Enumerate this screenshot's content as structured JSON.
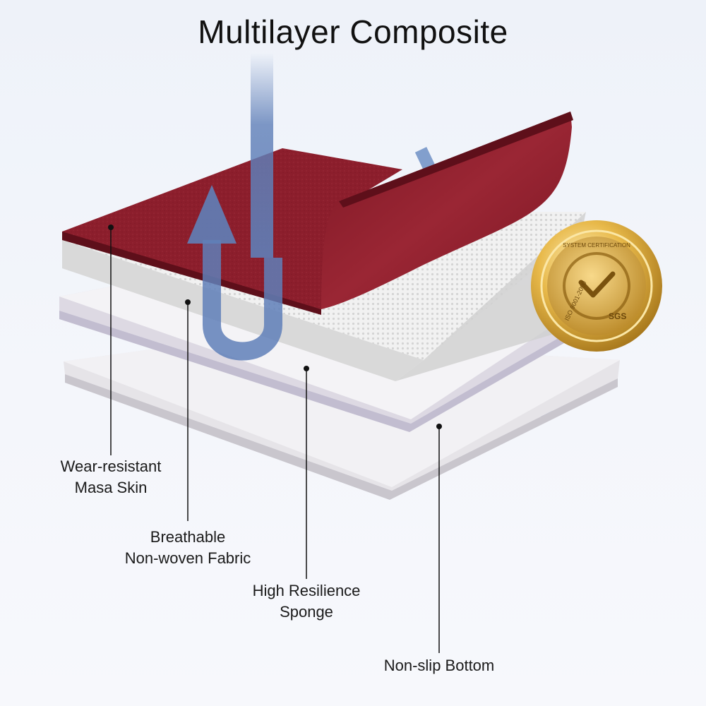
{
  "title": "Multilayer Composite",
  "layers": [
    {
      "line1": "Wear-resistant",
      "line2": "Masa Skin"
    },
    {
      "line1": "Breathable",
      "line2": "Non-woven Fabric"
    },
    {
      "line1": "High Resilience",
      "line2": "Sponge"
    },
    {
      "line1": "Non-slip Bottom",
      "line2": ""
    }
  ],
  "badge": {
    "ring_text": "SYSTEM CERTIFICATION",
    "left_text": "ISO 9001-2000",
    "right_text": "SGS"
  },
  "colors": {
    "leather": "#8c1e2c",
    "leather_dark": "#5e0f1a",
    "arrow": "#5f7fb8",
    "gold": "#d9a531"
  }
}
